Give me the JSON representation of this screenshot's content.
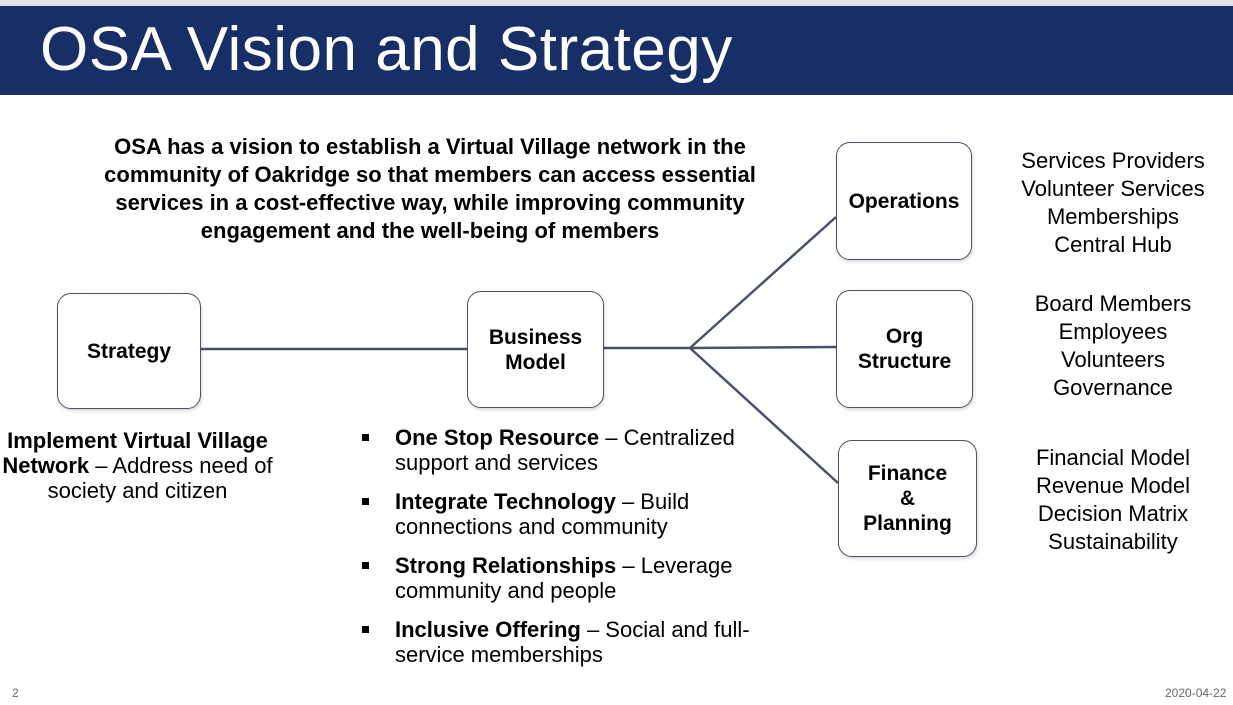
{
  "slide": {
    "title": "OSA Vision and Strategy",
    "page_number": "2",
    "date": "2020-04-22"
  },
  "vision": "OSA has a vision to establish a Virtual Village network in the community of Oakridge so that members can access essential services in a cost-effective way, while improving community engagement and the well-being of members",
  "boxes": {
    "strategy": "Strategy",
    "business_model": "Business Model",
    "operations": "Operations",
    "org_structure": "Org Structure",
    "finance": [
      "Finance",
      "&",
      "Planning"
    ]
  },
  "strategy_desc": {
    "bold": "Implement Virtual Village Network",
    "rest": " – Address need of society and citizen"
  },
  "bullets": [
    {
      "bold": "One Stop Resource",
      "rest": " –  Centralized support and services"
    },
    {
      "bold": "Integrate Technology",
      "rest": " –  Build connections and community"
    },
    {
      "bold": "Strong Relationships",
      "rest": " – Leverage community and people"
    },
    {
      "bold": "Inclusive Offering",
      "rest": " – Social and full-service memberships"
    }
  ],
  "operations_items": [
    "Services Providers",
    "Volunteer Services",
    "Memberships",
    "Central Hub"
  ],
  "org_items": [
    "Board Members",
    "Employees",
    "Volunteers",
    "Governance"
  ],
  "finance_items": [
    "Financial Model",
    "Revenue Model",
    "Decision Matrix",
    "Sustainability"
  ],
  "colors": {
    "header": "#172f66",
    "line": "#4a5366"
  }
}
